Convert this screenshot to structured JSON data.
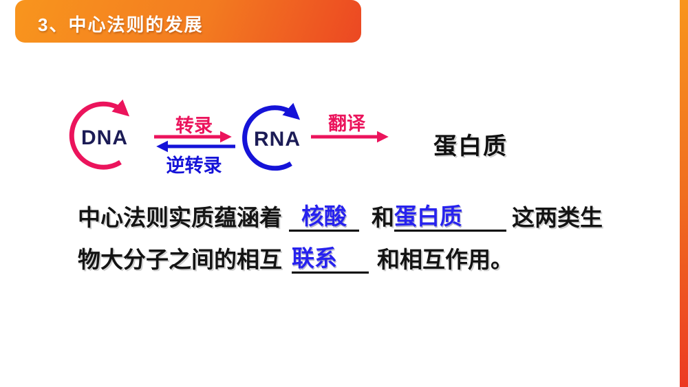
{
  "header": {
    "title": "3、中心法则的发展"
  },
  "diagram": {
    "dna_label": "DNA",
    "rna_label": "RNA",
    "protein_label": "蛋白质",
    "transcription_label": "转录",
    "reverse_transcription_label": "逆转录",
    "translation_label": "翻译"
  },
  "fill_text": {
    "line1_part1": "中心法则实质蕴涵着",
    "blank1_answer": "核酸",
    "line1_part2": "和",
    "blank2_answer": "蛋白质",
    "line1_part3": "这两类生",
    "line2_part1": "物大分子之间的相互",
    "blank3_answer": "联系",
    "line2_part2": "和相互作用。"
  },
  "colors": {
    "banner_gradient_start": "#F8951E",
    "banner_gradient_end": "#EC4823",
    "stripe_gradient_start": "#F8951E",
    "stripe_gradient_end": "#EC3A23",
    "diagram_pink": "#EB145C",
    "diagram_blue": "#1513D8",
    "dna_rna_text_navy": "#1c1c56",
    "answer_blue": "#2722EE",
    "body_text": "#141414"
  }
}
